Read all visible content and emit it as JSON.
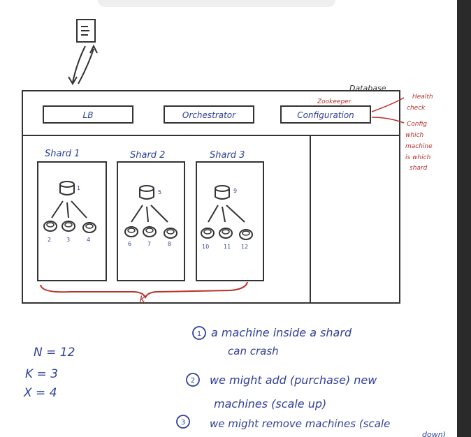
{
  "database_label": "Database",
  "components": {
    "lb": "LB",
    "orchestrator": "Orchestrator",
    "configuration": "Configuration",
    "zookeeper": "Zookeeper"
  },
  "config_note": [
    "Health",
    "check",
    "Config",
    "which",
    "machine",
    "is which",
    "shard"
  ],
  "shards": [
    {
      "label": "Shard 1",
      "master": "1",
      "replicas": [
        "2",
        "3",
        "4"
      ]
    },
    {
      "label": "Shard 2",
      "master": "5",
      "replicas": [
        "6",
        "7",
        "8"
      ]
    },
    {
      "label": "Shard 3",
      "master": "9",
      "replicas": [
        "10",
        "11",
        "12"
      ]
    }
  ],
  "brace_label": "K",
  "variables": [
    "N = 12",
    "K = 3",
    "X = 4"
  ],
  "notes": [
    {
      "num": "1",
      "lines": [
        "a machine inside a shard",
        "can crash"
      ]
    },
    {
      "num": "2",
      "lines": [
        "we might add (purchase) new",
        "machines (scale up)"
      ]
    },
    {
      "num": "3",
      "lines": [
        "we might remove machines (scale",
        "down)"
      ]
    }
  ],
  "colors": {
    "ink": "#333333",
    "blue": "#2f3f9a",
    "red": "#b8312a"
  }
}
